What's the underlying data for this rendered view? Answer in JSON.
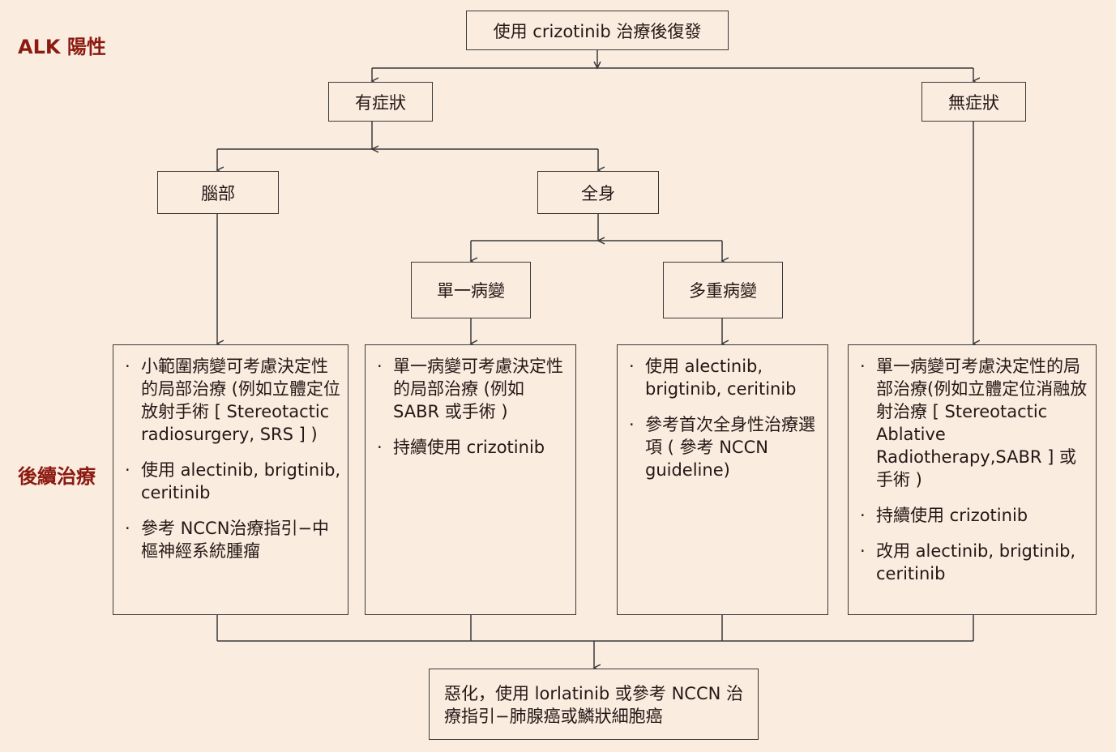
{
  "header": {
    "title": "ALK 陽性"
  },
  "side": {
    "followup_label": "後續治療"
  },
  "nodes": {
    "root": "使用 crizotinib 治療後復發",
    "symptomatic": "有症狀",
    "asymptomatic": "無症狀",
    "brain": "腦部",
    "systemic": "全身",
    "single_lesion": "單一病變",
    "multiple_lesions": "多重病變"
  },
  "treatments": {
    "brain": [
      "小範圍病變可考慮決定性的局部治療 (例如立體定位放射手術 [ Stereotactic radiosurgery, SRS ] )",
      "使用 alectinib, brigtinib, ceritinib",
      "參考 NCCN治療指引−中樞神經系統腫瘤"
    ],
    "single": [
      "單一病變可考慮決定性的局部治療 (例如 SABR 或手術 )",
      "持續使用 crizotinib"
    ],
    "multiple": [
      "使用 alectinib, brigtinib, ceritinib",
      "參考首次全身性治療選項 ( 參考 NCCN guideline)"
    ],
    "asymptomatic": [
      "單一病變可考慮決定性的局部治療(例如立體定位消融放射治療 [ Stereotactic Ablative Radiotherapy,SABR ] 或手術 )",
      "持續使用 crizotinib",
      "改用 alectinib, brigtinib, ceritinib"
    ]
  },
  "final": {
    "text": "惡化，使用 lorlatinib 或參考 NCCN 治療指引−肺腺癌或鱗狀細胞癌"
  },
  "colors": {
    "background": "#fbece0",
    "accent": "#8b1a10",
    "line": "#3a3a3a"
  }
}
